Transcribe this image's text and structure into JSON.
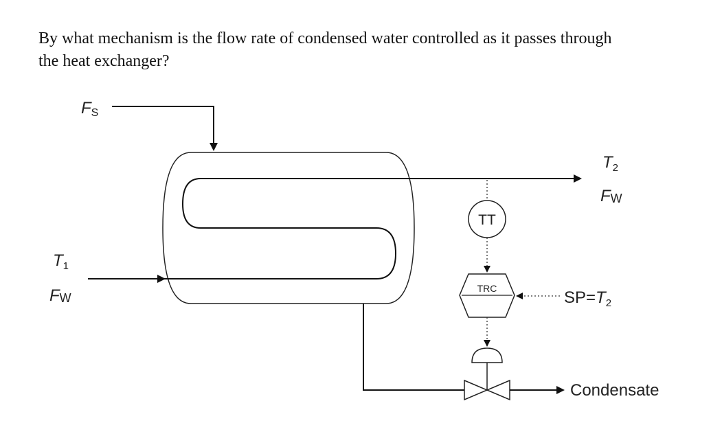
{
  "question": {
    "line1": "By what mechanism is the flow rate of condensed water controlled as it passes through",
    "line2": "the heat exchanger?"
  },
  "diagram": {
    "steam_inlet": {
      "label": "F",
      "sub": "S"
    },
    "inlet": {
      "temp": {
        "label": "T",
        "sub": "1"
      },
      "flow": {
        "label": "F",
        "sub": "W"
      }
    },
    "outlet": {
      "temp": {
        "label": "T",
        "sub": "2"
      },
      "flow": {
        "label": "F",
        "sub": "W"
      }
    },
    "transmitter": "TT",
    "controller": "TRC",
    "setpoint": {
      "prefix": "SP=",
      "label": "T",
      "sub": "2"
    },
    "condensate": "Condensate"
  }
}
